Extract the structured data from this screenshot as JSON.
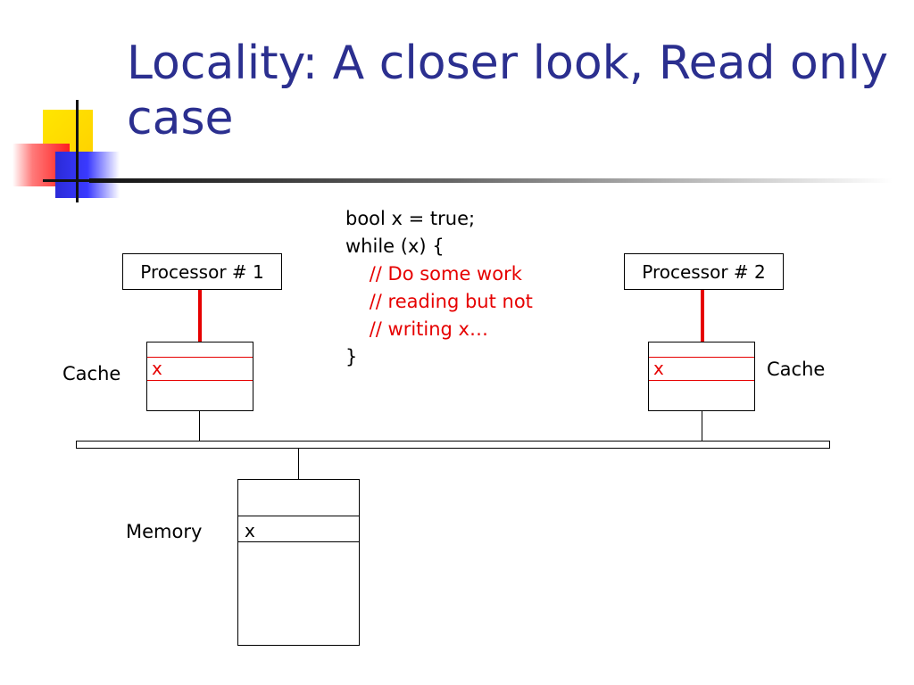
{
  "title": "Locality: A closer look, Read only case",
  "code": {
    "line1": "bool x = true;",
    "line2": "while (x) {",
    "line3": "    // Do some work",
    "line4": "    // reading but not",
    "line5": "    // writing x…",
    "line6": "}"
  },
  "processor1": {
    "label": "Processor # 1"
  },
  "processor2": {
    "label": "Processor # 2"
  },
  "cache1": {
    "label": "Cache",
    "value": "x"
  },
  "cache2": {
    "label": "Cache",
    "value": "x"
  },
  "memory": {
    "label": "Memory",
    "value": "x"
  },
  "colors": {
    "title": "#2b2f8f",
    "comment": "#e60000",
    "link": "#e60000"
  }
}
